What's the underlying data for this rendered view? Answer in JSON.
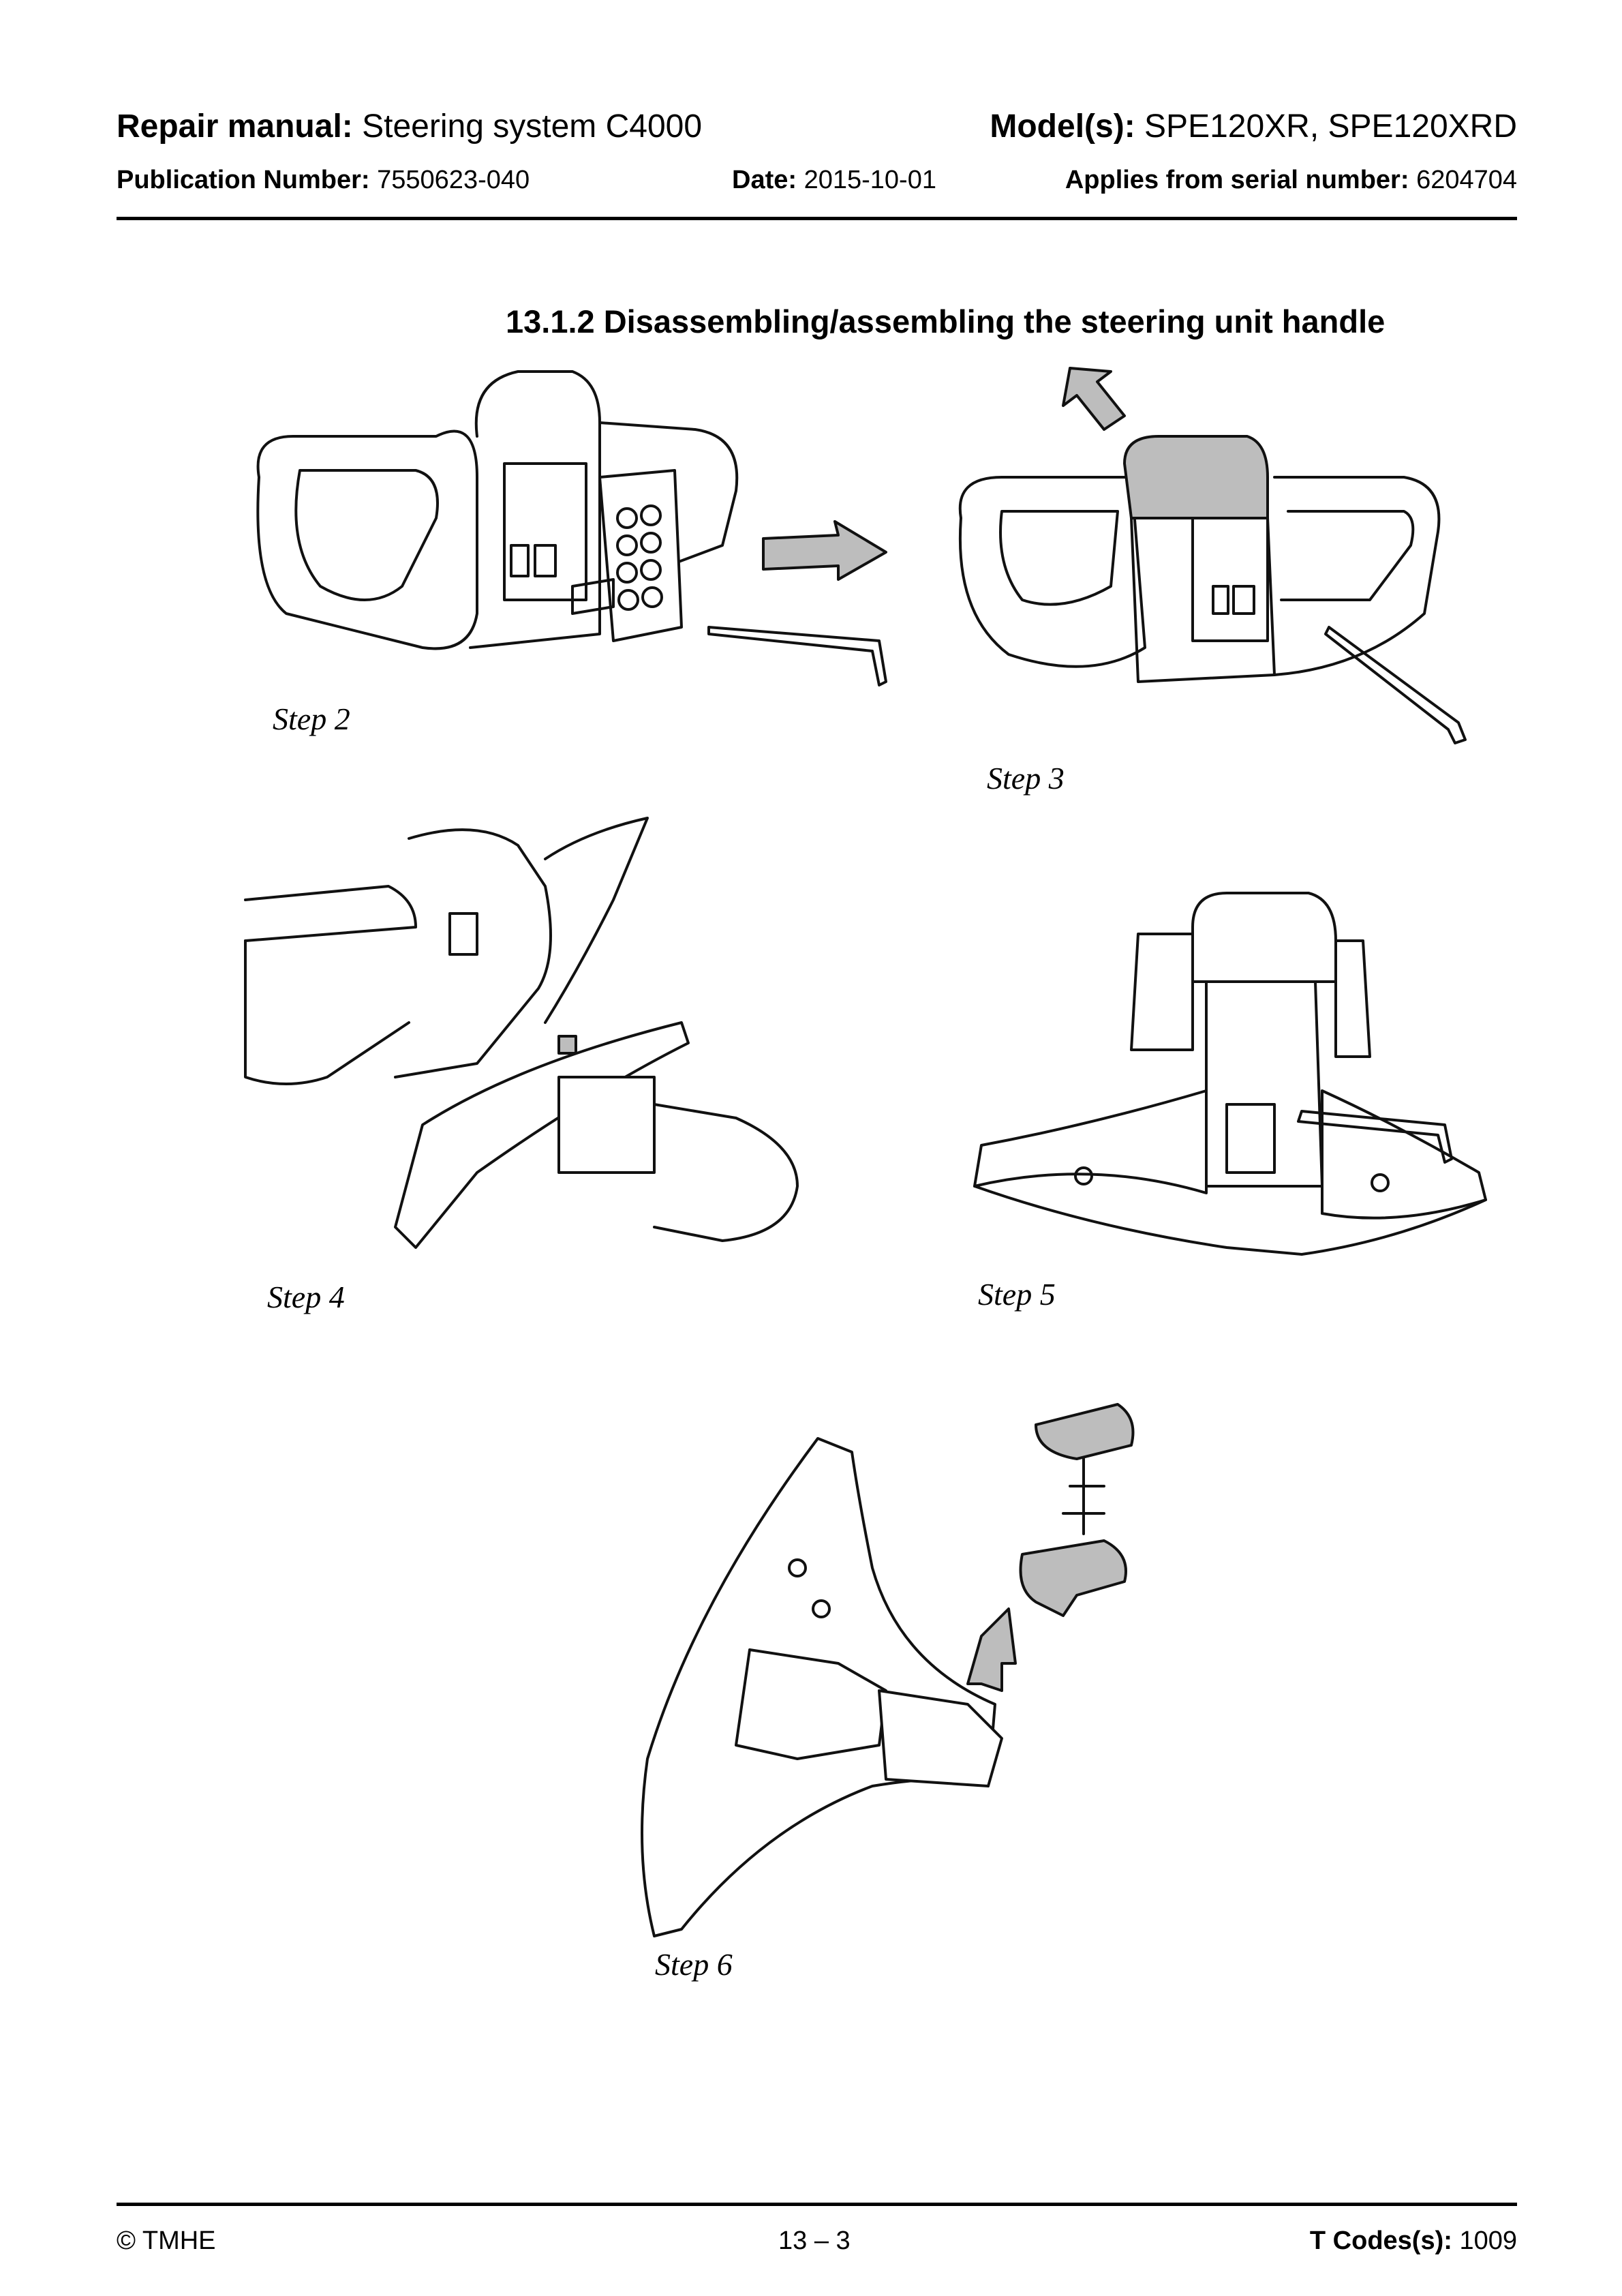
{
  "header": {
    "manual_label": "Repair manual:",
    "manual_value": "Steering system C4000",
    "models_label": "Model(s):",
    "models_value": "SPE120XR, SPE120XRD",
    "publication_label": "Publication Number:",
    "publication_value": "7550623-040",
    "date_label": "Date:",
    "date_value": "2015-10-01",
    "serial_label": "Applies from serial number:",
    "serial_value": "6204704"
  },
  "section_title": "13.1.2 Disassembling/assembling the steering unit handle",
  "steps": [
    "Step 2",
    "Step 3",
    "Step 4",
    "Step 5",
    "Step 6"
  ],
  "footer": {
    "copyright": "© TMHE",
    "page": "13 – 3",
    "tcodes_label": "T Codes(s):",
    "tcodes_value": "1009"
  }
}
